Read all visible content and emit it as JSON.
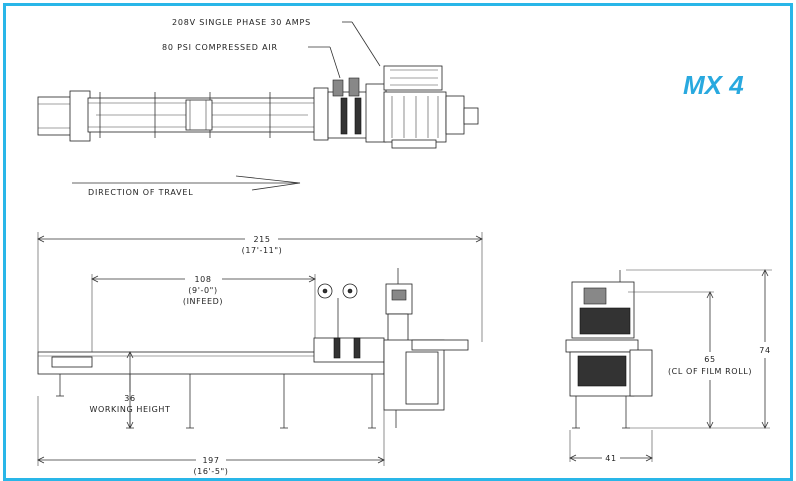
{
  "title": "MX 4",
  "annotations": {
    "power": "208V SINGLE PHASE 30 AMPS",
    "air": "80 PSI COMPRESSED AIR",
    "direction": "DIRECTION OF TRAVEL",
    "working_height_value": "36",
    "working_height_label": "WORKING HEIGHT"
  },
  "dimensions": {
    "overall_length": "215",
    "overall_length_ft": "(17'-11\")",
    "infeed_length": "108",
    "infeed_length_ft": "(9'-0\")",
    "infeed_label": "(INFEED)",
    "base_length": "197",
    "base_length_ft": "(16'-5\")",
    "width": "41",
    "film_roll_height": "65",
    "film_roll_label": "(CL OF FILM ROLL)",
    "overall_height": "74"
  },
  "colors": {
    "frame": "#29b6e8",
    "title": "#29a9df"
  }
}
